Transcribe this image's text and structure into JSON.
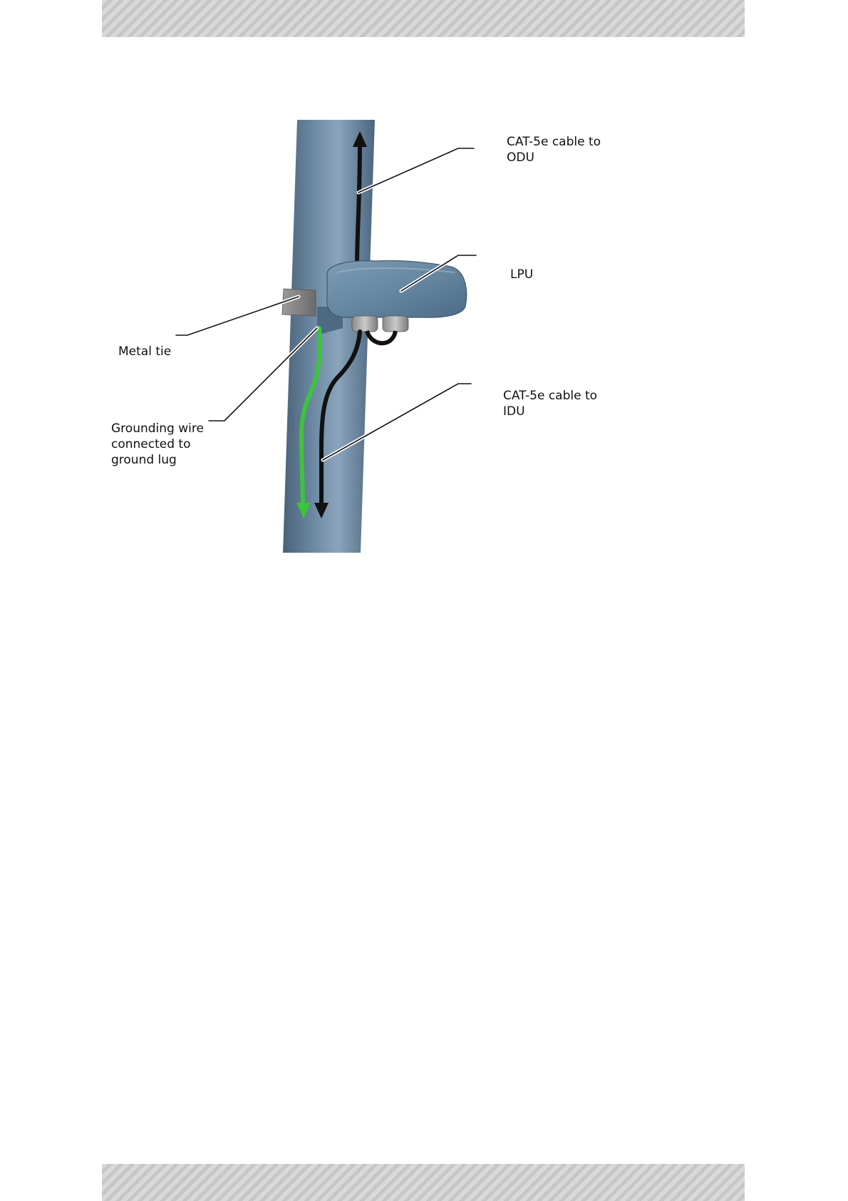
{
  "figure": {
    "labels": {
      "cat5_odu": {
        "line1": "CAT-5e cable to",
        "line2": "ODU"
      },
      "lpu": "LPU",
      "metal_tie": "Metal tie",
      "cat5_idu": {
        "line1": "CAT-5e cable to",
        "line2": "IDU"
      },
      "grounding": {
        "line1": "Grounding wire",
        "line2": "connected to",
        "line3": "ground lug"
      }
    },
    "colors": {
      "pole": "#5c7893",
      "lpu_body": "#5f7f99",
      "grounding_wire": "#3cc43c",
      "cable": "#111111",
      "band_stripe": "#c6c6c6"
    }
  }
}
